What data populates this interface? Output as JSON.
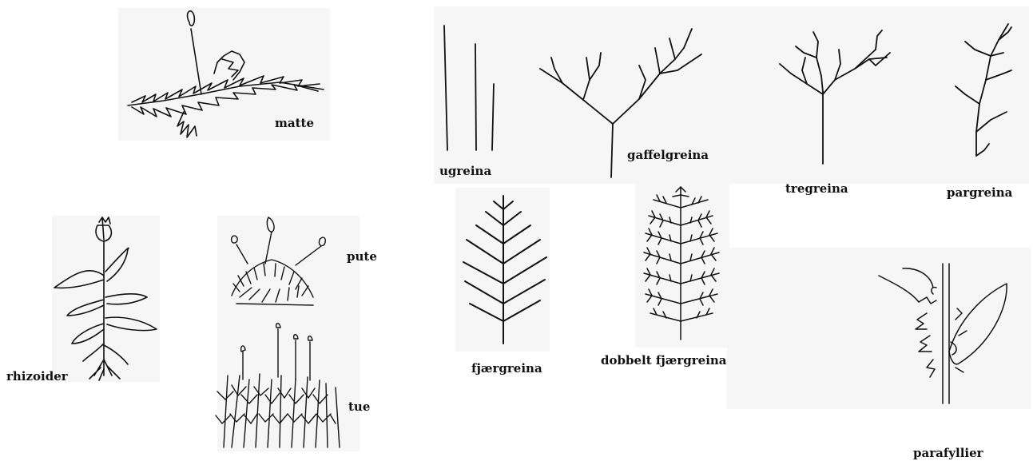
{
  "labels": {
    "matte": "matte",
    "ugreina": "ugreina",
    "gaffelgreina": "gaffelgreina",
    "tregreina": "tregreina",
    "pargreina": "pargreina",
    "rhizoider": "rhizoider",
    "pute": "pute",
    "tue": "tue",
    "fjaergreina": "fjærgreina",
    "dobbelt_fjaergreina": "dobbelt fjærgreina",
    "parafyllier": "parafyllier"
  },
  "colors": {
    "ink": "#111111",
    "panel": "#f6f6f6"
  }
}
